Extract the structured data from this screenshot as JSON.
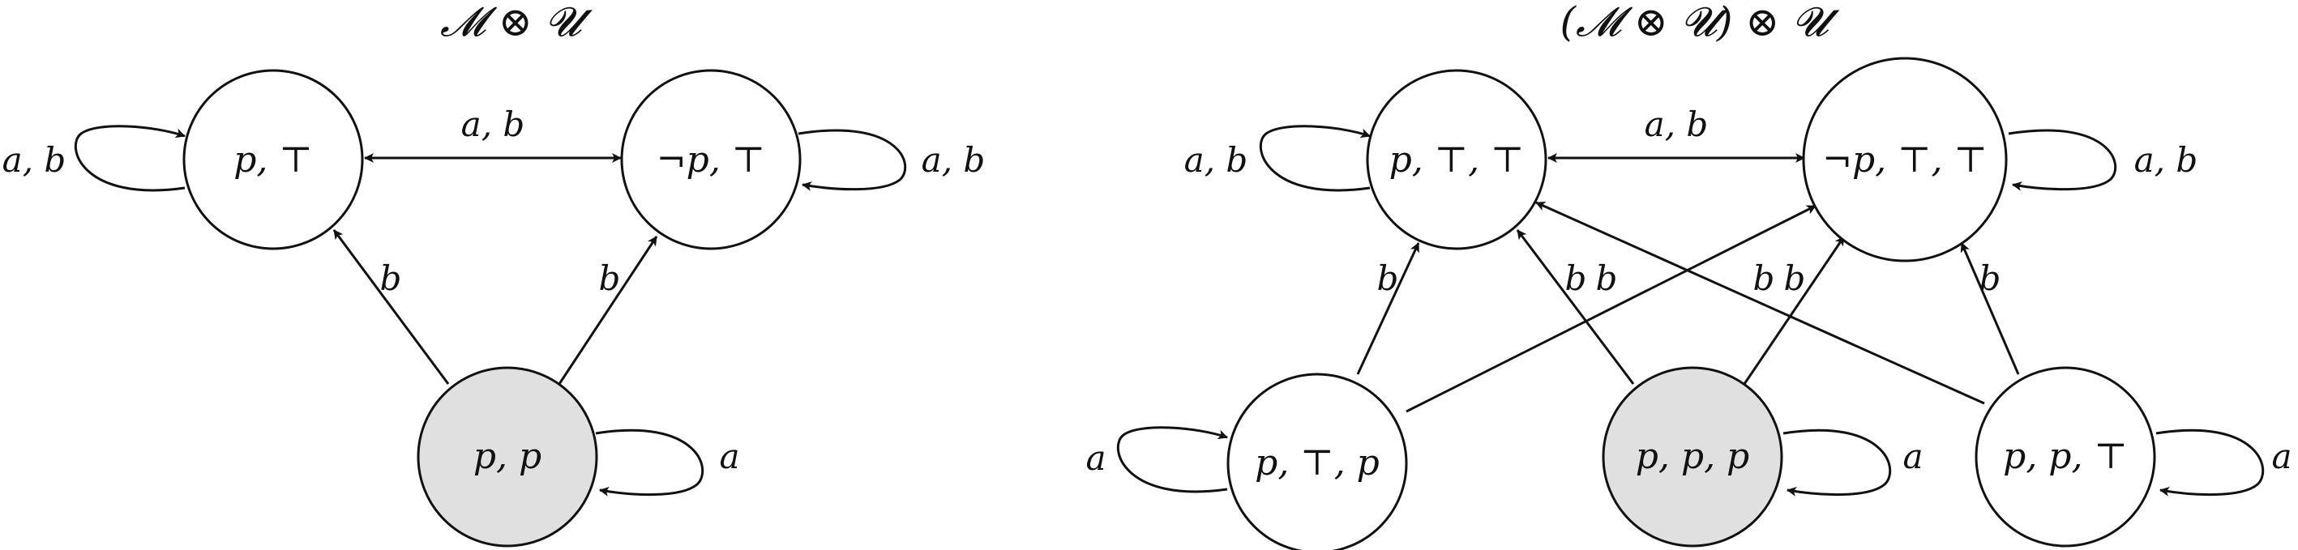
{
  "diagram_left": {
    "title": "𝓜 ⊗ 𝓤",
    "nodes": {
      "pT": {
        "label": "p, ⊤",
        "fill": "#ffffff"
      },
      "npT": {
        "label": "¬p, ⊤",
        "fill": "#ffffff"
      },
      "pp": {
        "label": "p, p",
        "fill": "#e0e0e0"
      }
    },
    "edge_labels": {
      "top_bidir": "a, b",
      "self_pT": "a, b",
      "self_npT": "a, b",
      "self_pp": "a",
      "pp_to_pT": "b",
      "pp_to_npT": "b"
    }
  },
  "diagram_right": {
    "title": "(𝓜 ⊗ 𝓤) ⊗ 𝓤",
    "nodes": {
      "pTT": {
        "label": "p, ⊤, ⊤",
        "fill": "#ffffff"
      },
      "npTT": {
        "label": "¬p, ⊤, ⊤",
        "fill": "#ffffff"
      },
      "pTp": {
        "label": "p, ⊤, p",
        "fill": "#ffffff"
      },
      "ppp": {
        "label": "p, p, p",
        "fill": "#e0e0e0"
      },
      "ppT": {
        "label": "p, p, ⊤",
        "fill": "#ffffff"
      }
    },
    "edge_labels": {
      "top_bidir": "a, b",
      "self_pTT": "a, b",
      "self_npTT": "a, b",
      "self_pTp": "a",
      "self_ppp": "a",
      "self_ppT": "a",
      "pTp_to_pTT": "b",
      "ppp_to_pTT_1": "b",
      "ppp_to_pTT_2": "b",
      "ppp_to_npTT_1": "b",
      "ppp_to_npTT_2": "b",
      "ppT_to_npTT": "b"
    }
  }
}
